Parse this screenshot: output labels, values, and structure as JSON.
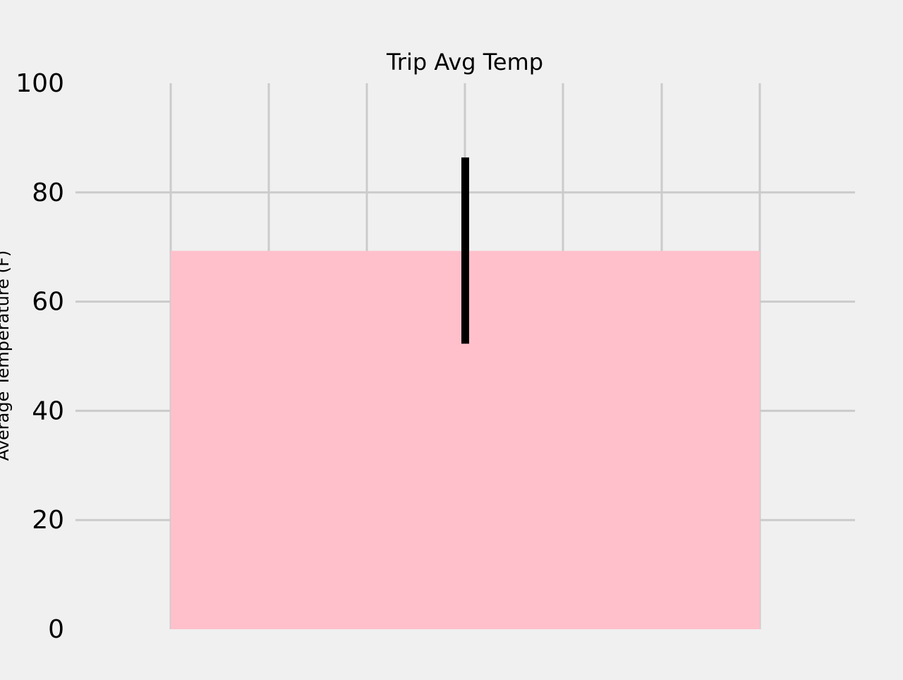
{
  "chart_data": {
    "type": "bar",
    "title": "Trip Avg Temp",
    "ylabel": "Average Temperature (F)",
    "xlabel": "",
    "categories": [
      ""
    ],
    "values": [
      69.3
    ],
    "error_bars": [
      {
        "low": 52.3,
        "high": 86.4
      }
    ],
    "ylim": [
      0,
      100
    ],
    "yticks": [
      0,
      20,
      40,
      60,
      80,
      100
    ],
    "grid": true,
    "legend": "none",
    "colors": {
      "background": "#f0f0f0",
      "bar": "#ffc0cb",
      "error_bar": "#000000",
      "grid": "#cbcbcb"
    }
  }
}
